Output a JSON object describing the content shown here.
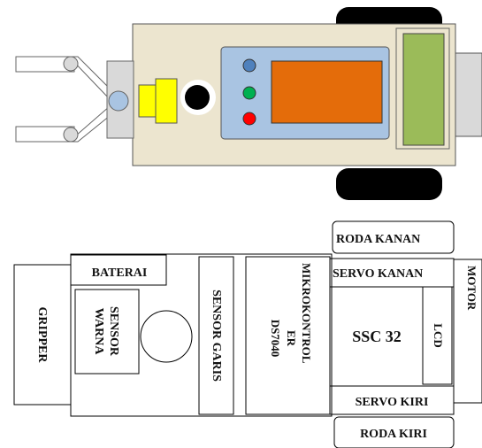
{
  "colors": {
    "robot_body": "#ece5cf",
    "controller_panel": "#a9c4e2",
    "orange_display": "#e46c0a",
    "lcd_screen": "#9bbb59",
    "yellow_sensor": "#ffff00",
    "wheel": "#000000",
    "button_blue": "#4f81bd",
    "button_green": "#00b050",
    "button_red": "#ff0000",
    "gripper_joint": "#d9d9d9"
  },
  "labels": {
    "baterai": "BATERAI",
    "gripper": "GRIPPER",
    "sensor_warna": [
      "SENSOR",
      "WARNA"
    ],
    "sensor_garis": "SENSOR GARIS",
    "mikrokontroler": [
      "MIKROKONTROL",
      "ER",
      "DS7040"
    ],
    "roda_kanan": "RODA KANAN",
    "servo_kanan": "SERVO KANAN",
    "ssc32": "SSC 32",
    "lcd": "LCD",
    "motor": "MOTOR",
    "servo_kiri": "SERVO KIRI",
    "roda_kiri": "RODA KIRI"
  }
}
